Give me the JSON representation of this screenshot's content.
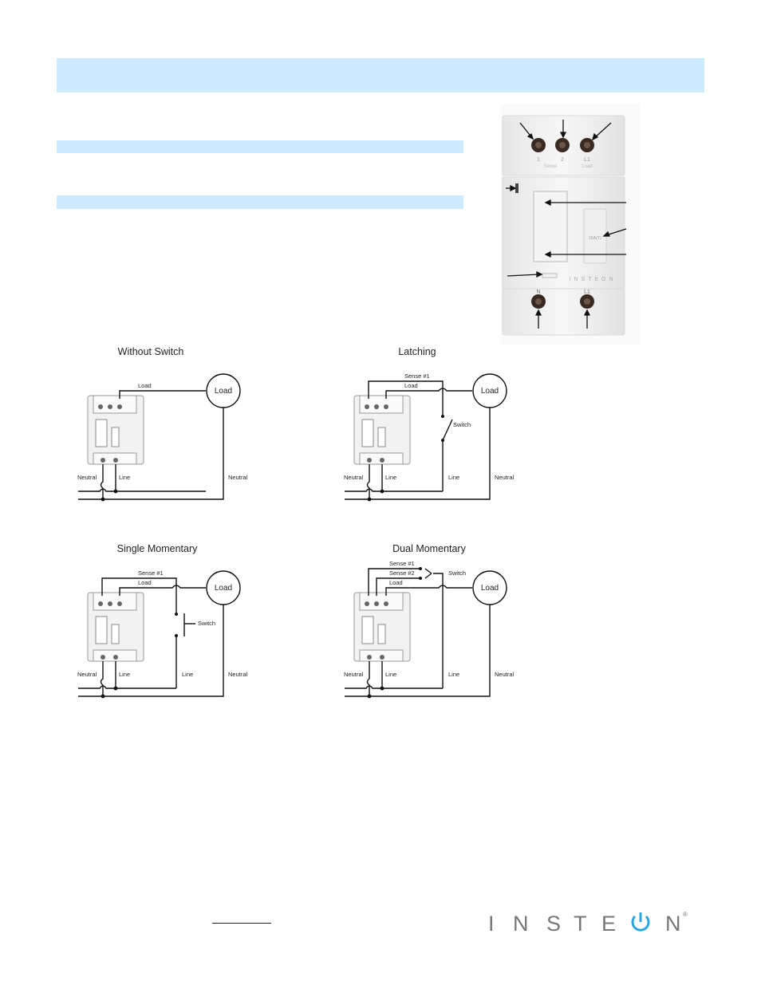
{
  "photo": {
    "terminal_top_labels": [
      "1",
      "2",
      "L1"
    ],
    "terminal_top_sublabels": [
      "Sense",
      "Load"
    ],
    "terminal_bottom_labels": [
      "N",
      "L1"
    ],
    "brand_strip": "INSTEON",
    "fuse_rating": "16A(T)"
  },
  "diagrams": [
    {
      "title": "Without Switch",
      "load": "Load",
      "labels": {
        "load_wire": "Load",
        "neutral_left": "Neutral",
        "line_left": "Line",
        "neutral_right": "Neutral"
      }
    },
    {
      "title": "Latching",
      "load": "Load",
      "labels": {
        "sense1": "Sense #1",
        "load_wire": "Load",
        "switch": "Switch",
        "neutral_left": "Neutral",
        "line_left": "Line",
        "line_mid": "Line",
        "neutral_right": "Neutral"
      }
    },
    {
      "title": "Single Momentary",
      "load": "Load",
      "labels": {
        "sense1": "Sense #1",
        "load_wire": "Load",
        "switch": "Switch",
        "neutral_left": "Neutral",
        "line_left": "Line",
        "line_mid": "Line",
        "neutral_right": "Neutral"
      }
    },
    {
      "title": "Dual Momentary",
      "load": "Load",
      "labels": {
        "sense1": "Sense #1",
        "sense2": "Sense #2",
        "load_wire": "Load",
        "switch": "Switch",
        "neutral_left": "Neutral",
        "line_left": "Line",
        "line_mid": "Line",
        "neutral_right": "Neutral"
      }
    }
  ],
  "footer": {
    "logo_text": "INSTEON",
    "registered_mark": "®"
  }
}
